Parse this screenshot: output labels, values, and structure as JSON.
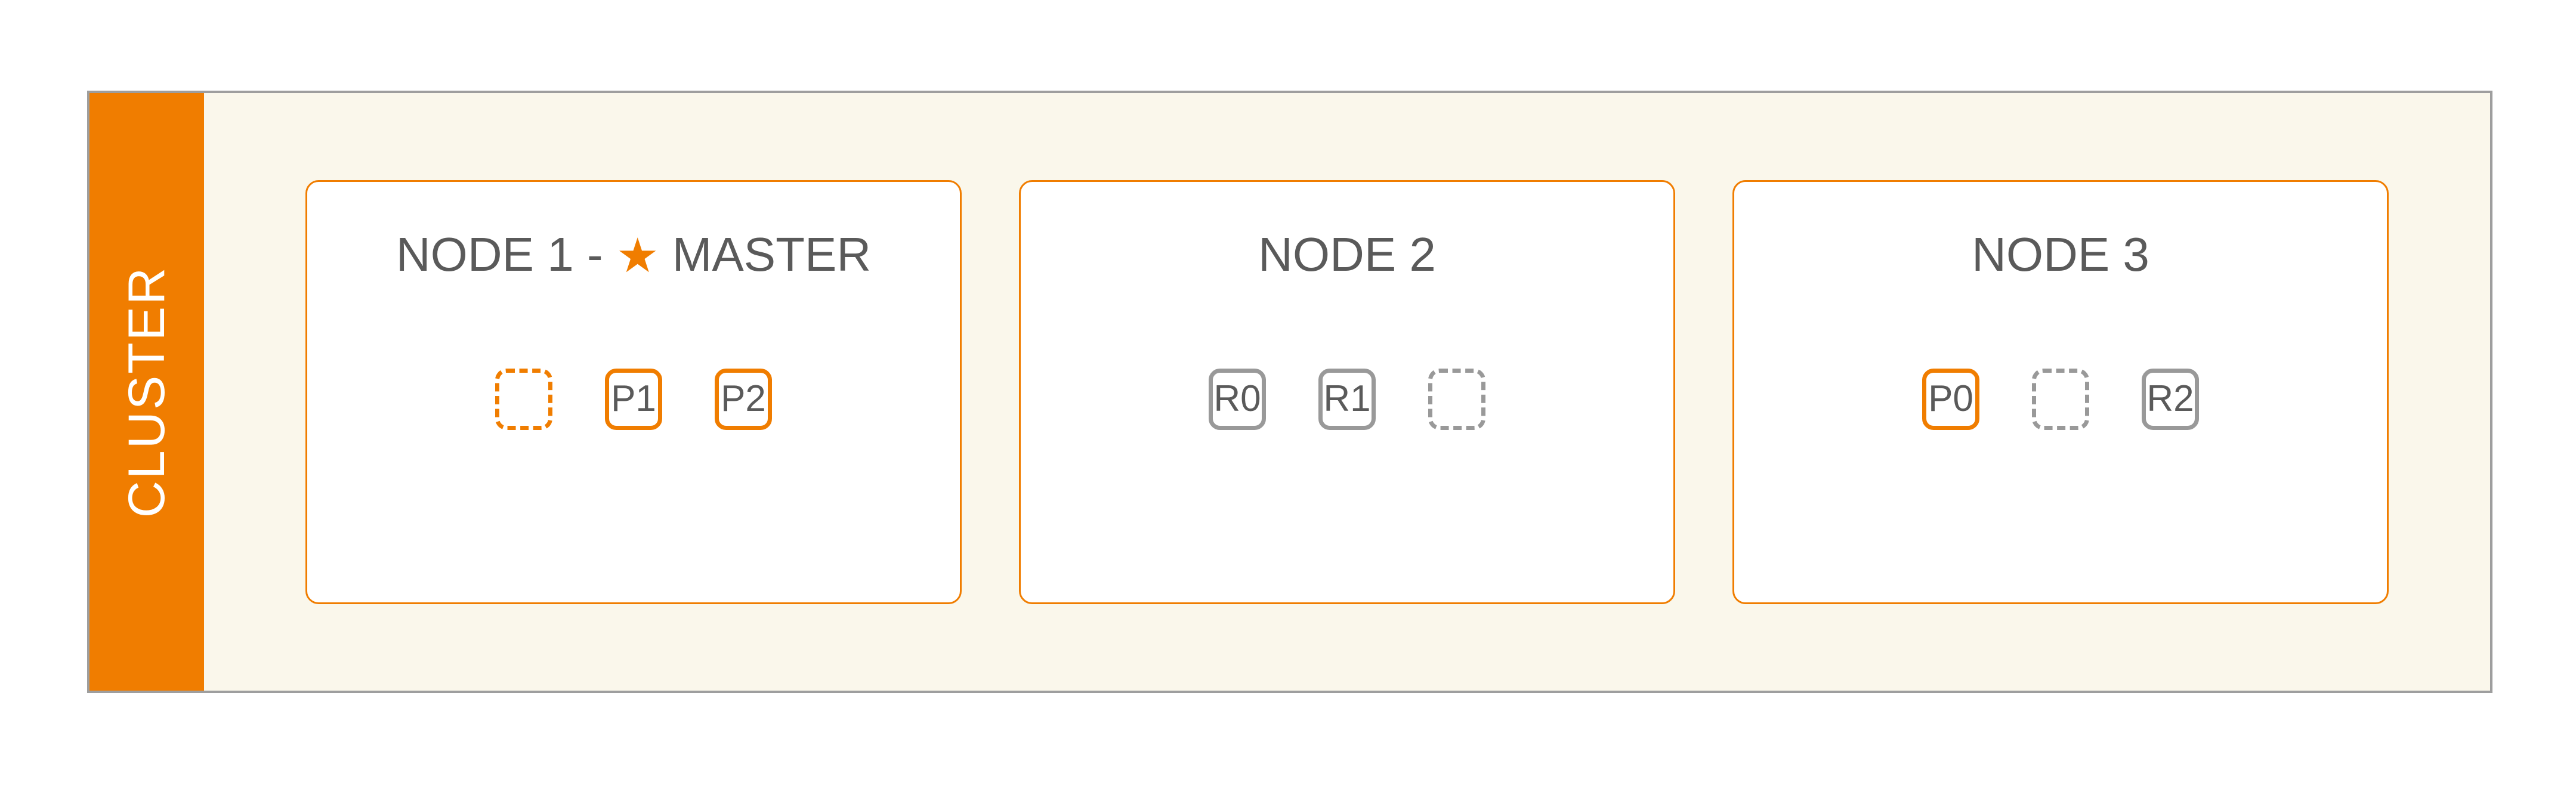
{
  "cluster": {
    "label": "CLUSTER",
    "strip_color": "#f07d00",
    "background_color": "#faf7eb",
    "border_color": "#9e9e9e",
    "label_color": "#ffffff"
  },
  "colors": {
    "primary_orange": "#f07d00",
    "replica_gray": "#999999",
    "text_gray": "#5a5a5a",
    "card_background": "#ffffff"
  },
  "nodes": [
    {
      "title_prefix": "NODE 1 - ",
      "star": "★",
      "title_suffix": " MASTER",
      "is_master": true,
      "shards": [
        {
          "label": "",
          "kind": "empty-primary"
        },
        {
          "label": "P1",
          "kind": "primary"
        },
        {
          "label": "P2",
          "kind": "primary"
        }
      ]
    },
    {
      "title_prefix": "NODE 2",
      "star": "",
      "title_suffix": "",
      "is_master": false,
      "shards": [
        {
          "label": "R0",
          "kind": "replica"
        },
        {
          "label": "R1",
          "kind": "replica"
        },
        {
          "label": "",
          "kind": "empty-replica"
        }
      ]
    },
    {
      "title_prefix": "NODE 3",
      "star": "",
      "title_suffix": "",
      "is_master": false,
      "shards": [
        {
          "label": "P0",
          "kind": "primary"
        },
        {
          "label": "",
          "kind": "empty-replica"
        },
        {
          "label": "R2",
          "kind": "replica"
        }
      ]
    }
  ]
}
